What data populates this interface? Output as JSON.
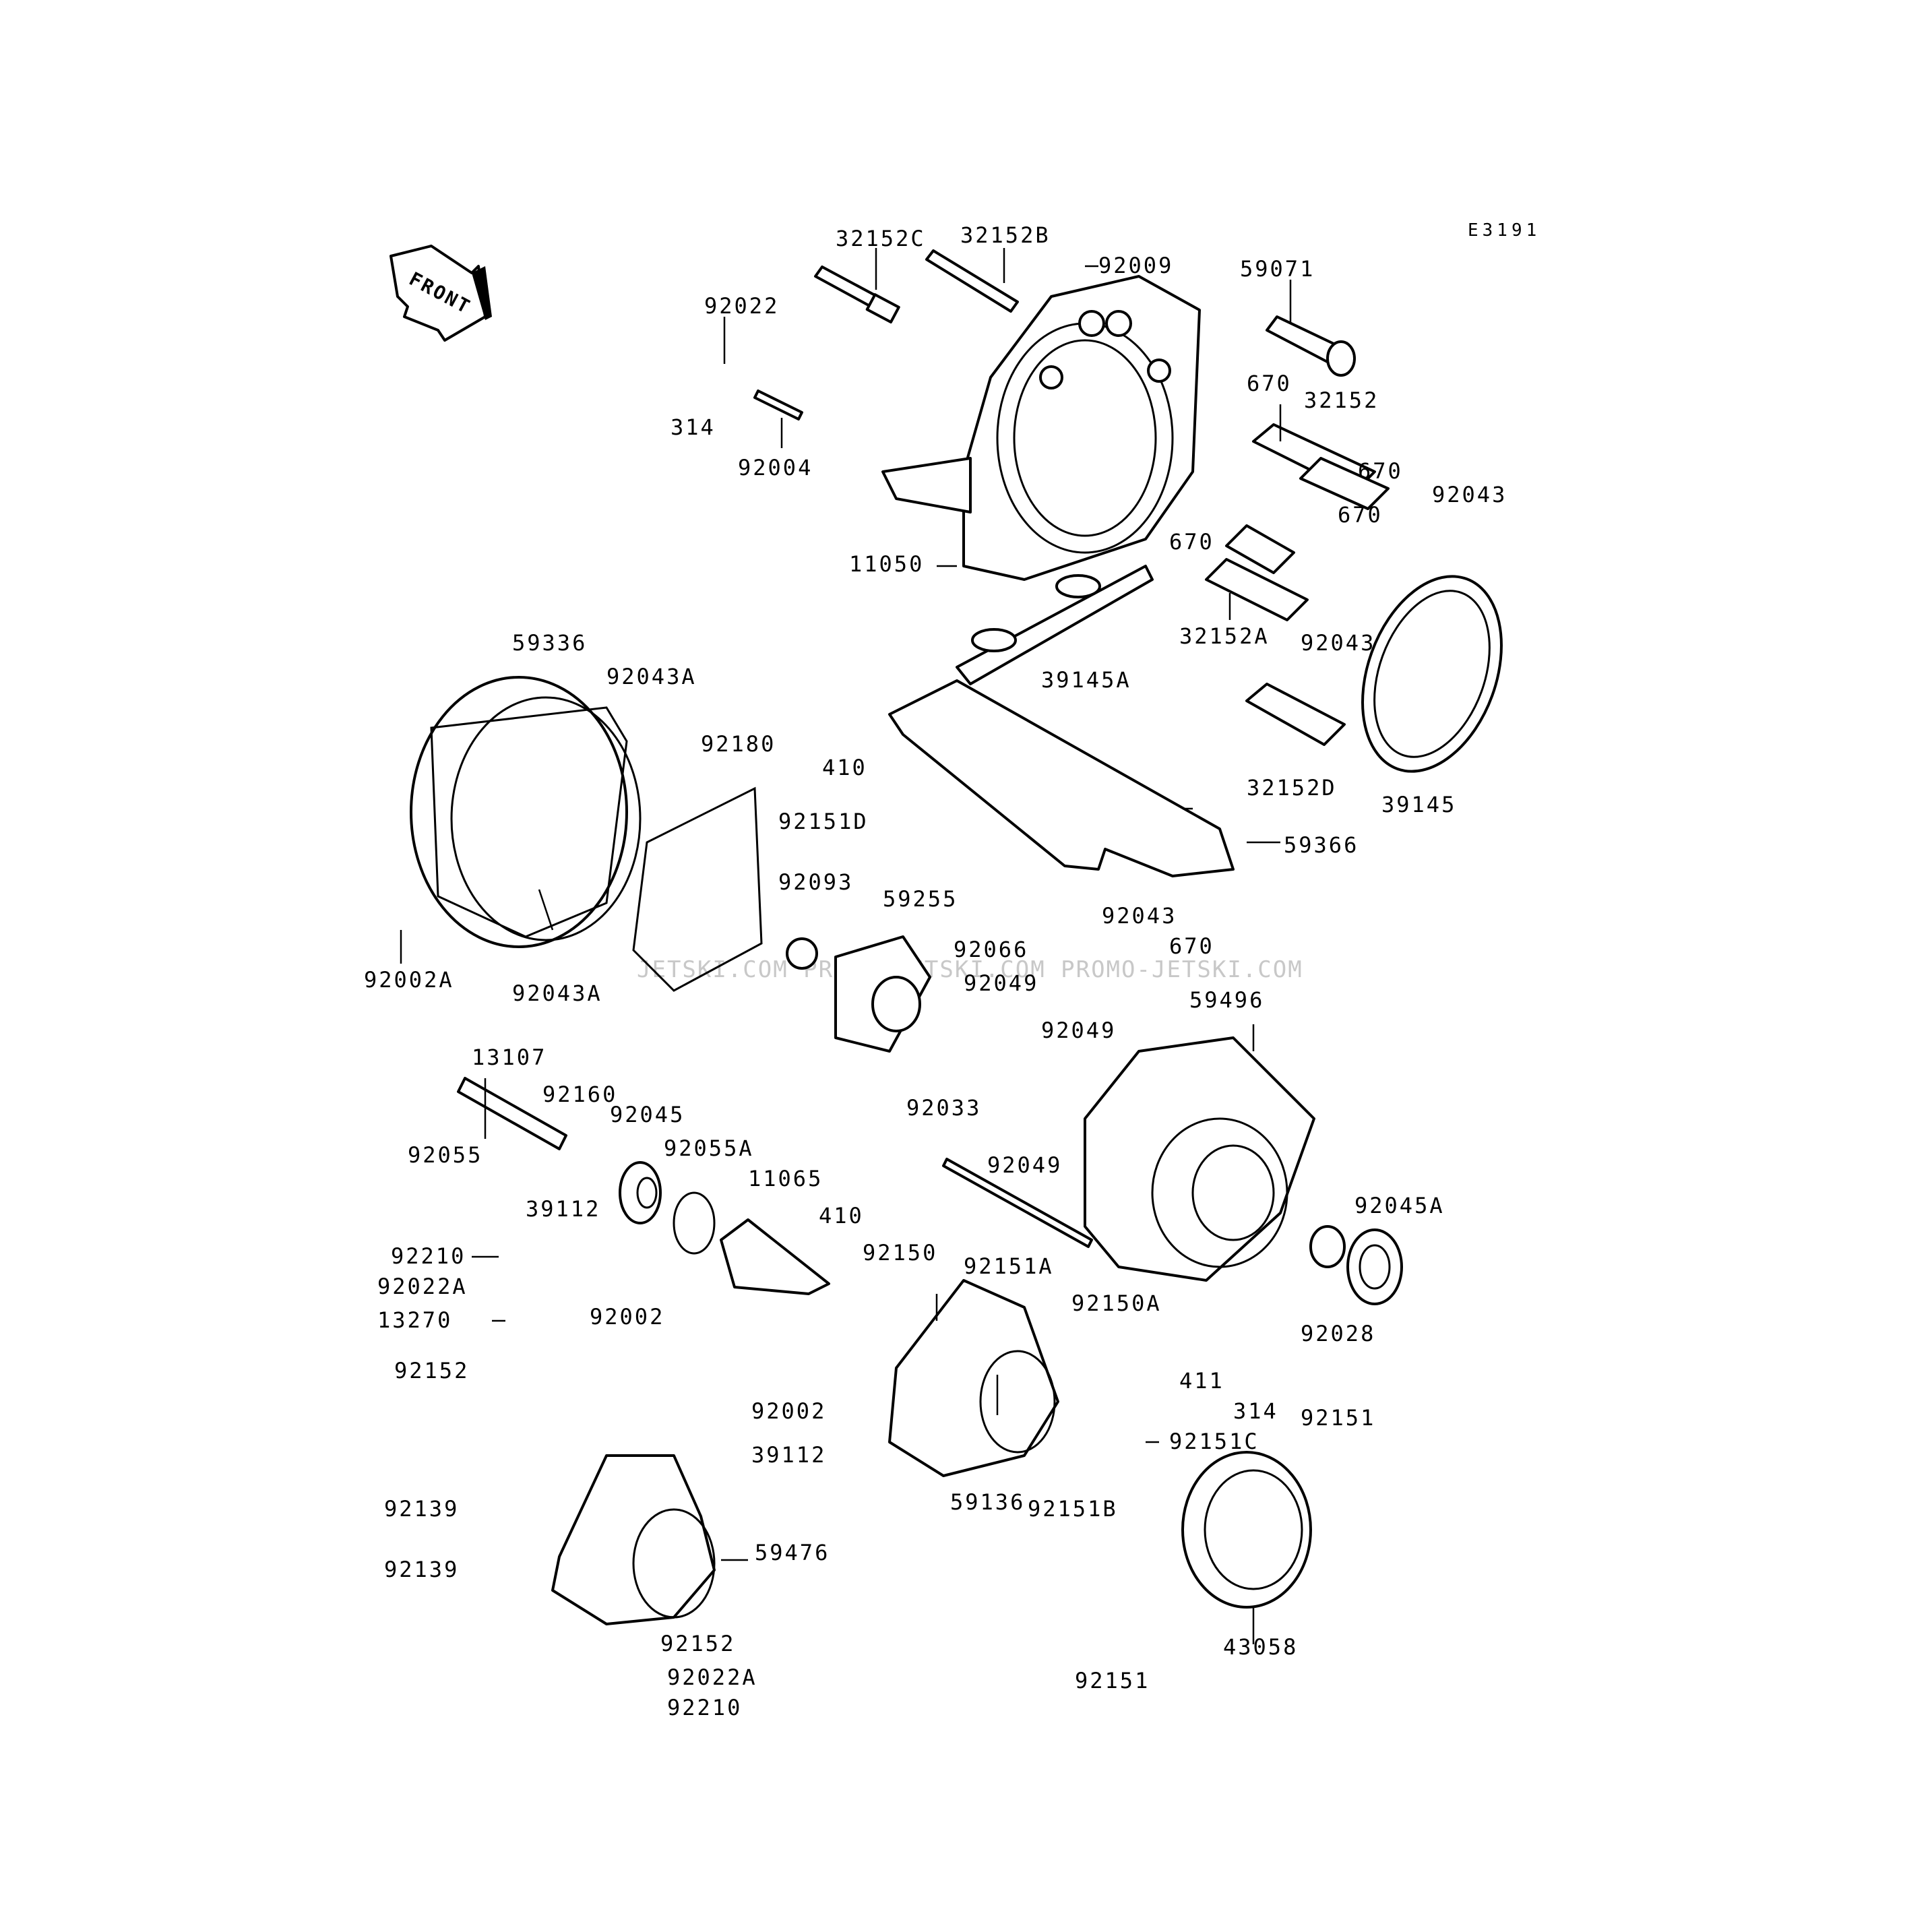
{
  "diagram_code": "E3191",
  "front_arrow_label": "FRONT",
  "watermark": "JETSKI.COM  PROMO-JETSKI.COM  PROMO-JETSKI.COM",
  "part_labels": [
    "32152C",
    "32152B",
    "92009",
    "59071",
    "92022",
    "314",
    "92004",
    "670",
    "32152",
    "670",
    "92043",
    "670",
    "670",
    "11050",
    "32152A",
    "92043",
    "59336",
    "92043A",
    "39145A",
    "92180",
    "410",
    "32152D",
    "39145",
    "92151D",
    "59366",
    "92093",
    "59255",
    "92043",
    "670",
    "92066",
    "92049",
    "92002A",
    "92043A",
    "59496",
    "92049",
    "13107",
    "92033",
    "92160",
    "92045",
    "92055",
    "92055A",
    "92049",
    "39112",
    "11065",
    "410",
    "92045A",
    "92210",
    "92150",
    "92151A",
    "92022A",
    "92002",
    "13270",
    "92150A",
    "92028",
    "411",
    "92152",
    "314",
    "92002",
    "39112",
    "92151",
    "92151C",
    "92139",
    "92151B",
    "59136",
    "59476",
    "92139",
    "92152",
    "43058",
    "92022A",
    "92151",
    "92210"
  ]
}
